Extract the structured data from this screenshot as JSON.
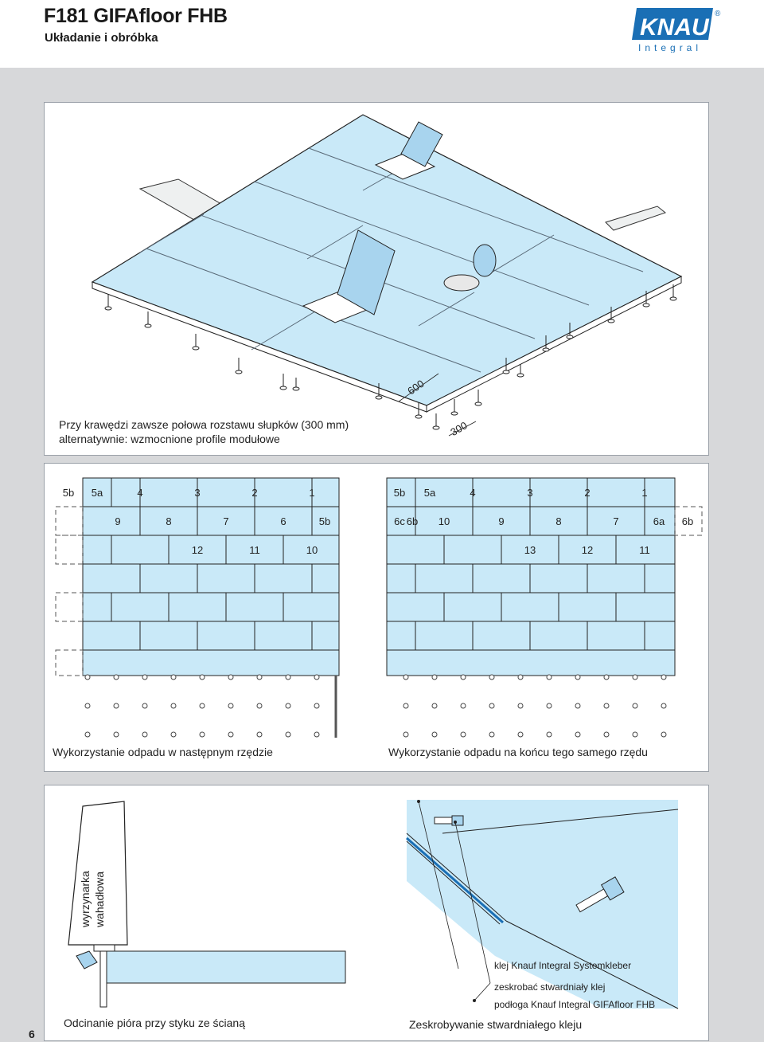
{
  "header": {
    "title": "F181 GIFAfloor FHB",
    "subtitle": "Układanie i obróbka",
    "logo_text": "KNAUF",
    "logo_sub": "Integral",
    "logo_reg": "®"
  },
  "colors": {
    "brand": "#1a6fb5",
    "board": "#c9e9f8",
    "gray_bg": "#d7d8da"
  },
  "figure1": {
    "caption_line1": "Przy krawędzi zawsze połowa rozstawu słupków (300 mm)",
    "caption_line2": "alternatywnie: wzmocnione profile modułowe",
    "dim_600": "600",
    "dim_300": "300"
  },
  "figure2": {
    "left": {
      "top_row": [
        "5b",
        "5a",
        "4",
        "3",
        "2",
        "1"
      ],
      "row2": [
        "9",
        "8",
        "7",
        "6",
        "5b"
      ],
      "row3": [
        "12",
        "11",
        "10"
      ],
      "caption": "Wykorzystanie odpadu w następnym rzędzie"
    },
    "right": {
      "top_row": [
        "5b",
        "5a",
        "4",
        "3",
        "2",
        "1"
      ],
      "row2": [
        "6c",
        "6b",
        "10",
        "9",
        "8",
        "7",
        "6a",
        "6b"
      ],
      "row3": [
        "13",
        "12",
        "11"
      ],
      "caption": "Wykorzystanie odpadu na końcu tego samego rzędu"
    }
  },
  "figure3": {
    "tool_label_line1": "wyrzynarka",
    "tool_label_line2": "wahadłowa",
    "caption_left": "Odcinanie pióra przy styku ze ścianą",
    "label_glue": "klej Knauf Integral Systemkleber",
    "label_scrape": "zeskrobać stwardniały klej",
    "label_floor": "podłoga Knauf Integral GIFAfloor FHB",
    "caption_right": "Zeskrobywanie stwardniałego kleju"
  },
  "page_number": "6"
}
